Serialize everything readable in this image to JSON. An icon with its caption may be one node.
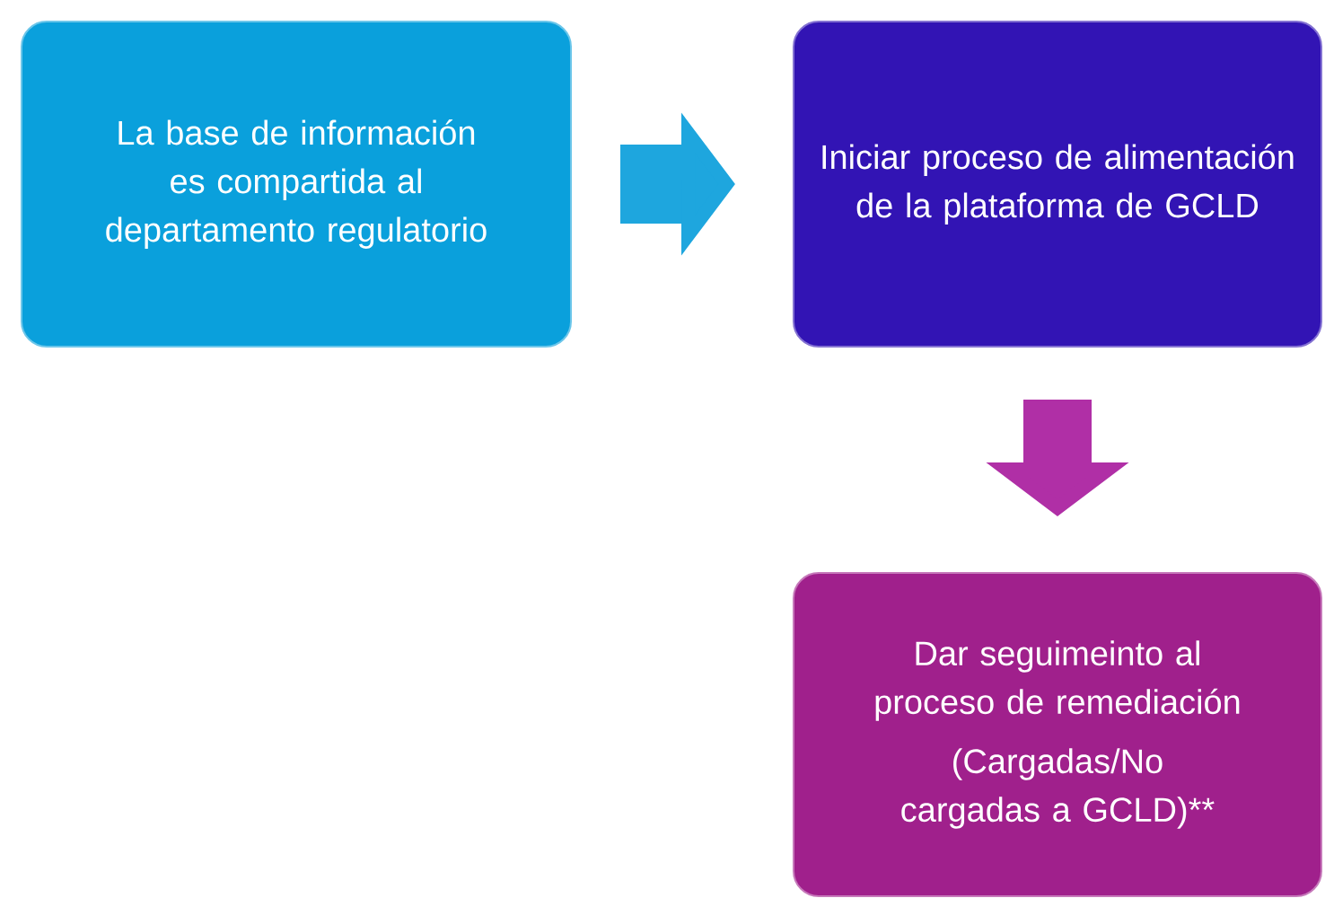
{
  "diagram": {
    "nodes": [
      {
        "text": [
          "La base de información es compartida al departamento regulatorio"
        ]
      },
      {
        "text": [
          "Iniciar proceso de alimentación de la plataforma de GCLD"
        ]
      },
      {
        "text": [
          "Dar seguimeinto al proceso de remediación",
          "(Cargadas/No cargadas a GCLD)**"
        ]
      }
    ],
    "edges": [
      {
        "from": 0,
        "to": 1,
        "arrow": "to",
        "color": "#1ea6de"
      },
      {
        "from": 1,
        "to": 2,
        "arrow": "to",
        "color": "#b02fa6"
      }
    ]
  }
}
